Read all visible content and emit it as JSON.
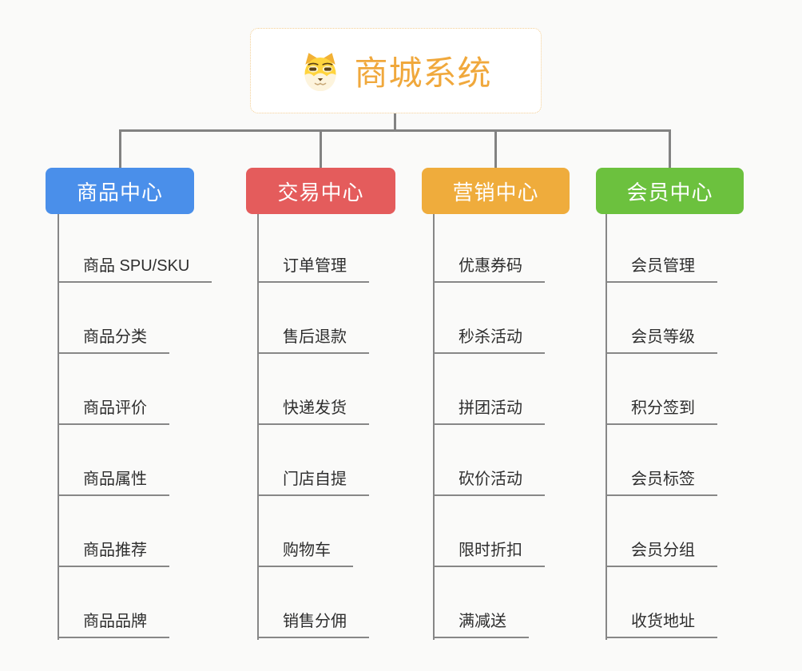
{
  "root": {
    "title": "商城系统",
    "icon": "dog-face-icon",
    "title_color": "#f0a83c",
    "border_color": "#f3ce92"
  },
  "connector_color": "#828282",
  "branches": [
    {
      "label": "商品中心",
      "color": "#4a8fea",
      "leaves": [
        "商品 SPU/SKU",
        "商品分类",
        "商品评价",
        "商品属性",
        "商品推荐",
        "商品品牌"
      ]
    },
    {
      "label": "交易中心",
      "color": "#e45c5c",
      "leaves": [
        "订单管理",
        "售后退款",
        "快递发货",
        "门店自提",
        "购物车",
        "销售分佣"
      ]
    },
    {
      "label": "营销中心",
      "color": "#efac3c",
      "leaves": [
        "优惠券码",
        "秒杀活动",
        "拼团活动",
        "砍价活动",
        "限时折扣",
        "满减送"
      ]
    },
    {
      "label": "会员中心",
      "color": "#6cc13e",
      "leaves": [
        "会员管理",
        "会员等级",
        "积分签到",
        "会员标签",
        "会员分组",
        "收货地址"
      ]
    }
  ]
}
